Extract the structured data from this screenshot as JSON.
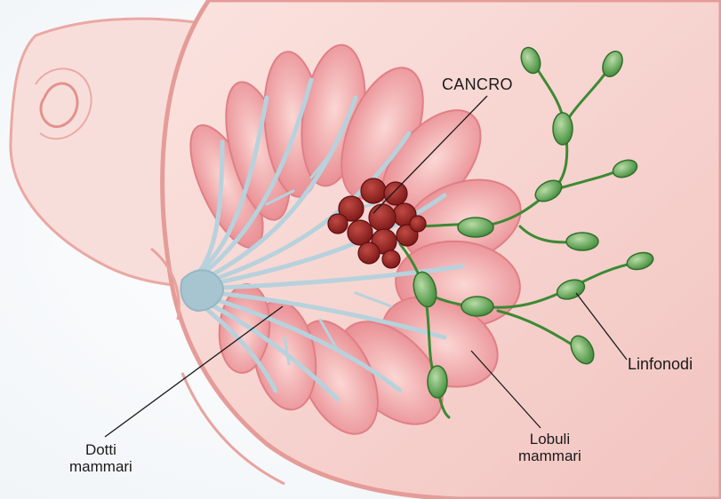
{
  "labels": {
    "cancer": "CANCRO",
    "lymph_nodes": "Linfonodi",
    "lobules_line1": "Lobuli",
    "lobules_line2": "mammari",
    "ducts_line1": "Dotti",
    "ducts_line2": "mammari"
  },
  "colors": {
    "skin": "#f6d9d6",
    "skin_edge": "#e59c98",
    "lobule": "#ef9ca0",
    "lobule_light": "#f7c3c3",
    "duct": "#b9d3dc",
    "tumor": "#8f1f1f",
    "node": "#4f9a45",
    "node_light": "#8ec07c",
    "leader_line": "#1a1a1a"
  }
}
